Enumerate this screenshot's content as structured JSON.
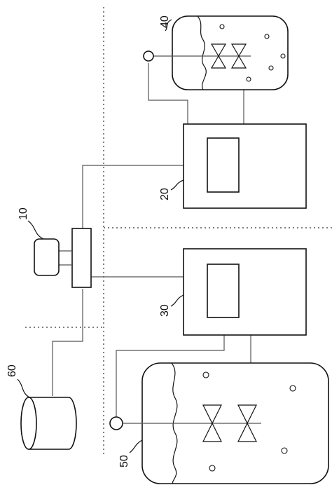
{
  "labels": {
    "controller": "10",
    "unit_upper": "20",
    "unit_lower": "30",
    "tank_upper": "40",
    "tank_lower": "50",
    "container": "60"
  },
  "icons": {
    "upper_sensor": "sensor-icon",
    "lower_sensor": "sensor-icon",
    "upper_impeller": "impeller-icon",
    "lower_impeller": "impeller-icon"
  },
  "colors": {
    "line": "#555555",
    "outline": "#111111",
    "background": "#ffffff"
  }
}
